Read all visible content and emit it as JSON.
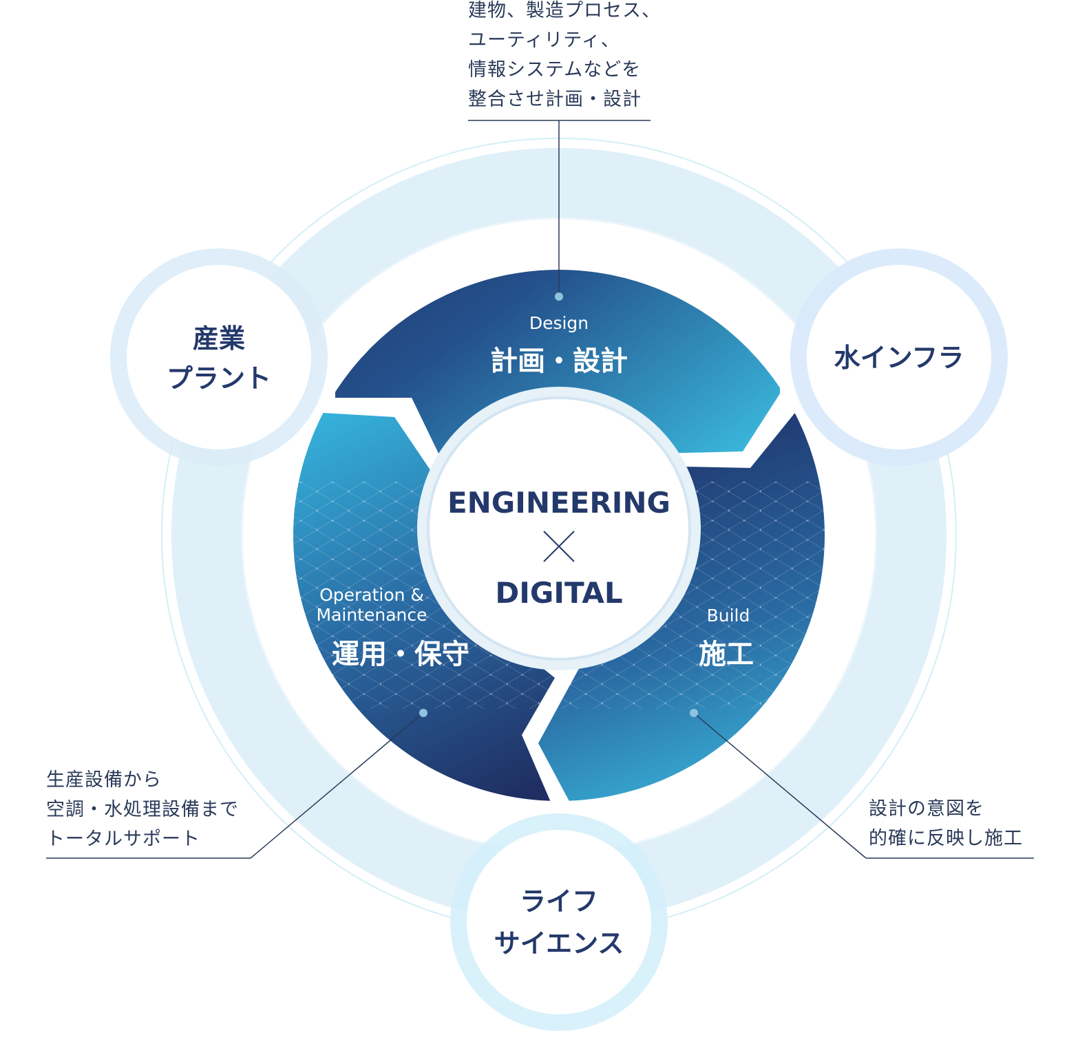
{
  "center": {
    "line1": "ENGINEERING",
    "symbol": "×",
    "line2": "DIGITAL"
  },
  "segments": [
    {
      "id": "design",
      "en": "Design",
      "ja": "計画・設計"
    },
    {
      "id": "build",
      "en": "Build",
      "ja": "施工"
    },
    {
      "id": "om",
      "en_line1": "Operation &",
      "en_line2": "Maintenance",
      "ja": "運用・保守"
    }
  ],
  "markets": [
    {
      "id": "industrial-plant",
      "lines": [
        "産業",
        "プラント"
      ]
    },
    {
      "id": "water-infra",
      "lines": [
        "水インフラ"
      ]
    },
    {
      "id": "life-science",
      "lines": [
        "ライフ",
        "サイエンス"
      ]
    }
  ],
  "annotations": {
    "design": [
      "建物、製造プロセス、",
      "ユーティリティ、",
      "情報システムなどを",
      "整合させ計画・設計"
    ],
    "om": [
      "生産設備から",
      "空調・水処理設備まで",
      "トータルサポート"
    ],
    "build": [
      "設計の意図を",
      "的確に反映し施工"
    ]
  },
  "colors": {
    "navy": "#24396b",
    "text": "#2a3a58",
    "cyan": "#3cb6dc",
    "ring": "#d6ecf8"
  }
}
